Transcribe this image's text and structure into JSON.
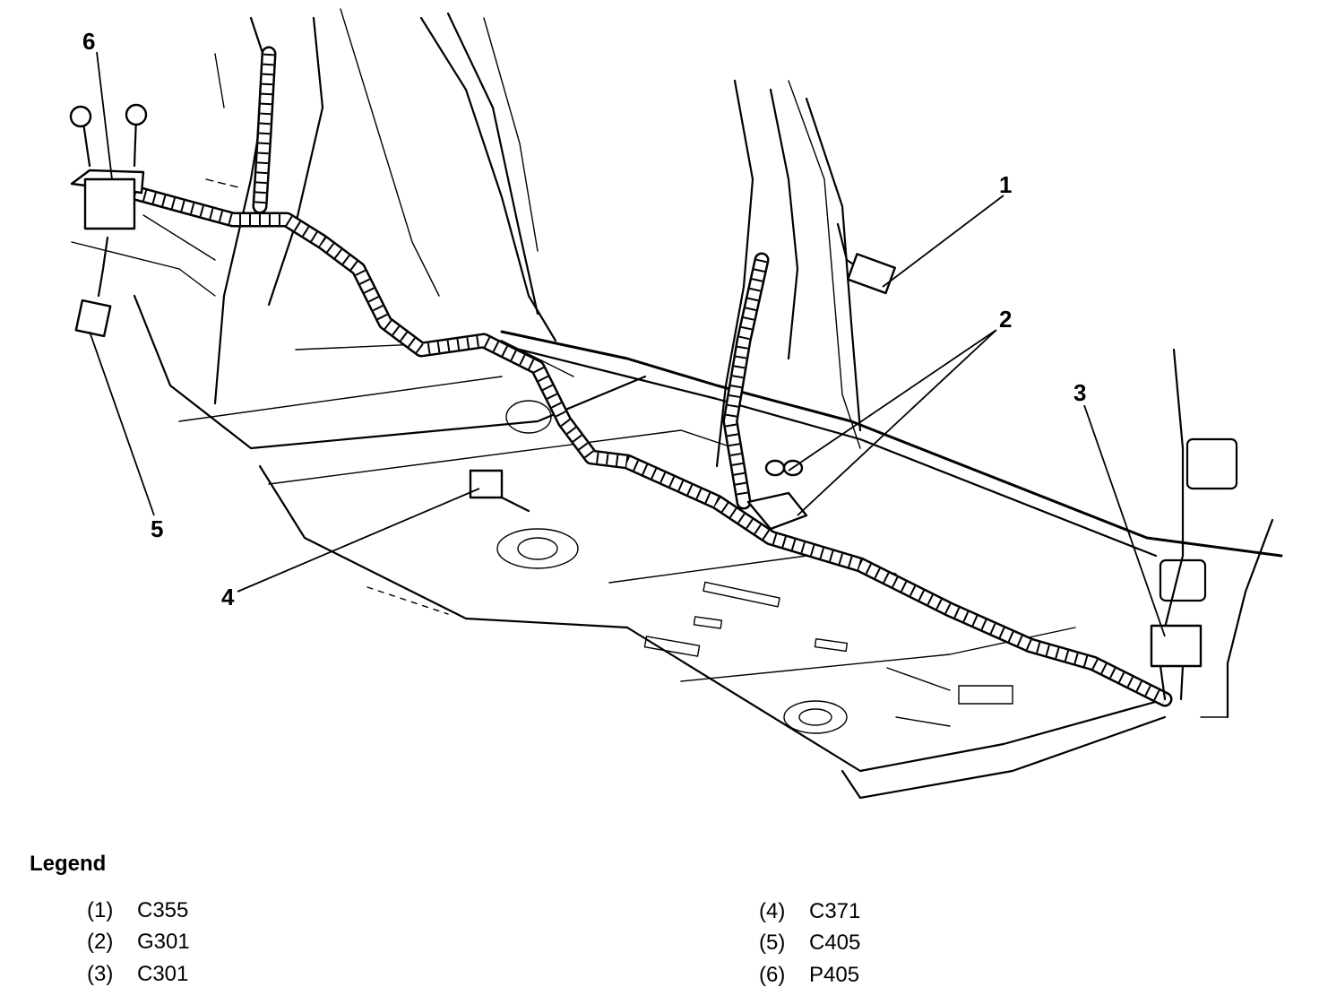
{
  "diagram": {
    "callouts": [
      "1",
      "2",
      "3",
      "4",
      "5",
      "6"
    ]
  },
  "legend": {
    "title": "Legend",
    "items": [
      {
        "number": "(1)",
        "code": "C355"
      },
      {
        "number": "(2)",
        "code": "G301"
      },
      {
        "number": "(3)",
        "code": "C301"
      },
      {
        "number": "(4)",
        "code": "C371"
      },
      {
        "number": "(5)",
        "code": "C405"
      },
      {
        "number": "(6)",
        "code": "P405"
      }
    ]
  }
}
